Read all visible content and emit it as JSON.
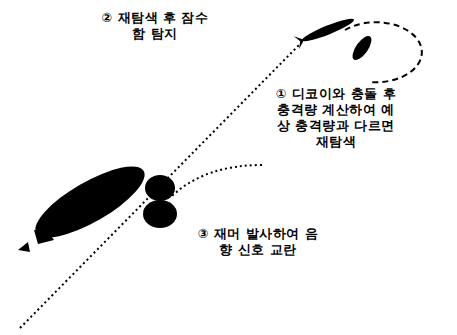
{
  "diagram": {
    "labels": [
      "② 재탐색 후 잠수함 탐지",
      "① 디코이와 충돌 후 충격량 계산하여 예상 충격량과 다르면 재탐색",
      "③ 재머 발사하여 음향 신호 교란"
    ]
  }
}
